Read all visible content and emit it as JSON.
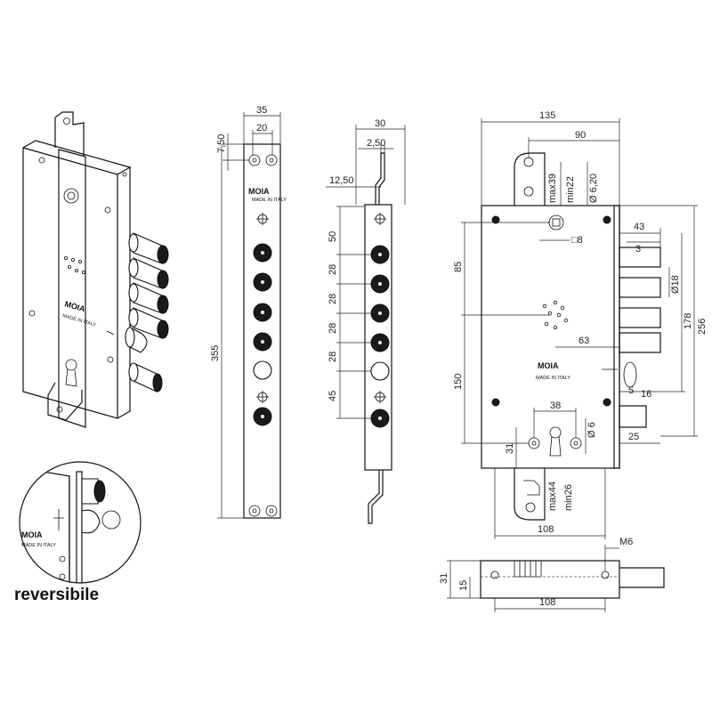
{
  "caption": "reversibile",
  "brand": {
    "logo_text": "MOIA",
    "made_in": "MADE IN ITALY"
  },
  "faceplate_dims": {
    "width": "35",
    "inner_width": "20",
    "top_offset": "7,50",
    "height": "355"
  },
  "side_dims": {
    "width": "30",
    "offset": "2,50",
    "top_offset": "12,50",
    "spacings": [
      "50",
      "28",
      "28",
      "28",
      "28",
      "45"
    ]
  },
  "front_dims": {
    "width": "135",
    "hub_to_edge": "90",
    "tab_max": "max39",
    "tab_min": "min22",
    "hole_dia": "Ø 6,20",
    "spindle": "□8",
    "bolt_gap_1": "43",
    "bolt_gap_2": "3",
    "bolt_dia": "Ø18",
    "height_85": "85",
    "height_178": "178",
    "height_256": "256",
    "latch_63": "63",
    "height_150": "150",
    "latch_5": "5",
    "latch_16": "16",
    "cyl_38": "38",
    "cyl_dia": "Ø 6",
    "bottom_31": "31",
    "dead_25": "25",
    "bot_max": "max44",
    "bot_min": "min26",
    "width_108": "108"
  },
  "bottom_dims": {
    "screw": "M6",
    "height_31": "31",
    "height_15": "15",
    "width_108": "108"
  }
}
